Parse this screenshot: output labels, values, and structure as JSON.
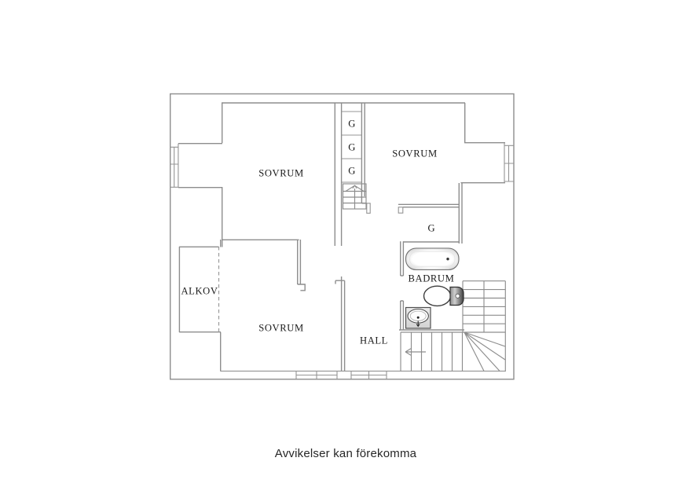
{
  "floorplan": {
    "labels": {
      "sovrum_top_left": "SOVRUM",
      "sovrum_top_right": "SOVRUM",
      "sovrum_bottom": "SOVRUM",
      "alkov": "ALKOV",
      "hall": "HALL",
      "badrum": "BADRUM",
      "closet_top_1": "G",
      "closet_top_2": "G",
      "closet_top_3": "G",
      "closet_right": "G"
    },
    "footer": {
      "disclaimer": "Avvikelser kan förekomma"
    },
    "colors": {
      "background": "#ffffff",
      "wall_line": "#8d8d8d",
      "label_text": "#1a1a1a",
      "fixture_line": "#4a4a4a"
    }
  }
}
